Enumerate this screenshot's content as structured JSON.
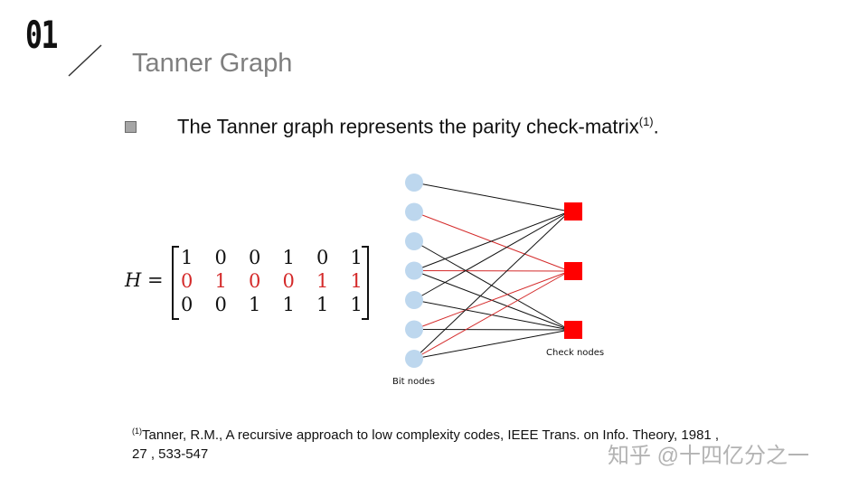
{
  "slide": {
    "number": "01",
    "title": "Tanner Graph"
  },
  "bullet": {
    "text": "The Tanner graph represents the parity check-matrix",
    "sup": "(1)",
    "end": "."
  },
  "matrix": {
    "lhs": "H =",
    "rows": [
      [
        "1",
        "0",
        "0",
        "1",
        "0",
        "1"
      ],
      [
        "0",
        "1",
        "0",
        "0",
        "1",
        "1"
      ],
      [
        "0",
        "0",
        "1",
        "1",
        "1",
        "1"
      ]
    ],
    "highlight_row": 1
  },
  "graph": {
    "bit_nodes_label": "Bit nodes",
    "check_nodes_label": "Check nodes",
    "bit_node_count": 7,
    "check_node_count": 3,
    "bit_node_color": "#bdd7ee",
    "check_node_color": "#ff0000",
    "highlight_edge_color": "#d42a2a",
    "edge_color": "#111111",
    "edges": [
      {
        "bit": 0,
        "check": 0,
        "highlight": false
      },
      {
        "bit": 1,
        "check": 1,
        "highlight": true
      },
      {
        "bit": 2,
        "check": 2,
        "highlight": false
      },
      {
        "bit": 3,
        "check": 0,
        "highlight": false
      },
      {
        "bit": 3,
        "check": 1,
        "highlight": true
      },
      {
        "bit": 3,
        "check": 2,
        "highlight": false
      },
      {
        "bit": 4,
        "check": 0,
        "highlight": false
      },
      {
        "bit": 4,
        "check": 2,
        "highlight": false
      },
      {
        "bit": 5,
        "check": 1,
        "highlight": true
      },
      {
        "bit": 5,
        "check": 2,
        "highlight": false
      },
      {
        "bit": 6,
        "check": 0,
        "highlight": false
      },
      {
        "bit": 6,
        "check": 1,
        "highlight": true
      },
      {
        "bit": 6,
        "check": 2,
        "highlight": false
      }
    ]
  },
  "footnote": {
    "sup": "(1)",
    "text": "Tanner, R.M., A recursive approach to low complexity codes, IEEE Trans. on Info. Theory, 1981 ,",
    "text2": "27 , 533-547"
  },
  "watermark": "知乎 @十四亿分之一"
}
